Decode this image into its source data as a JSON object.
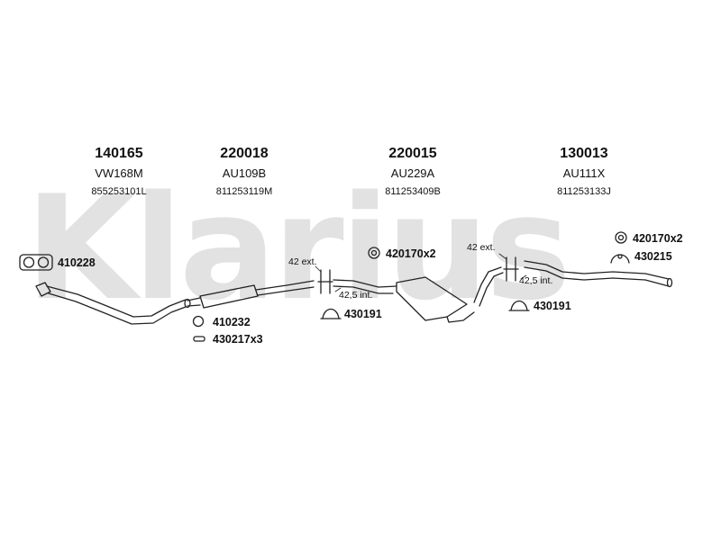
{
  "watermark": "Klarius",
  "columns": [
    {
      "code": "140165",
      "ref": "VW168M",
      "oem": "855253101L"
    },
    {
      "code": "220018",
      "ref": "AU109B",
      "oem": "811253119M"
    },
    {
      "code": "220015",
      "ref": "AU229A",
      "oem": "811253409B"
    },
    {
      "code": "130013",
      "ref": "AU111X",
      "oem": "811253133J"
    }
  ],
  "parts": {
    "gasket": "410228",
    "ring": "410232",
    "clamp_bolt": "430217x3",
    "rubber_mid": "420170x2",
    "clamp_mid": "430191",
    "rubber_right": "420170x2",
    "hanger_right": "430215",
    "clamp_right": "430191"
  },
  "notes": {
    "ext_mid": "42 ext.",
    "int_mid": "42,5 int.",
    "ext_right": "42 ext.",
    "int_right": "42,5 int."
  }
}
